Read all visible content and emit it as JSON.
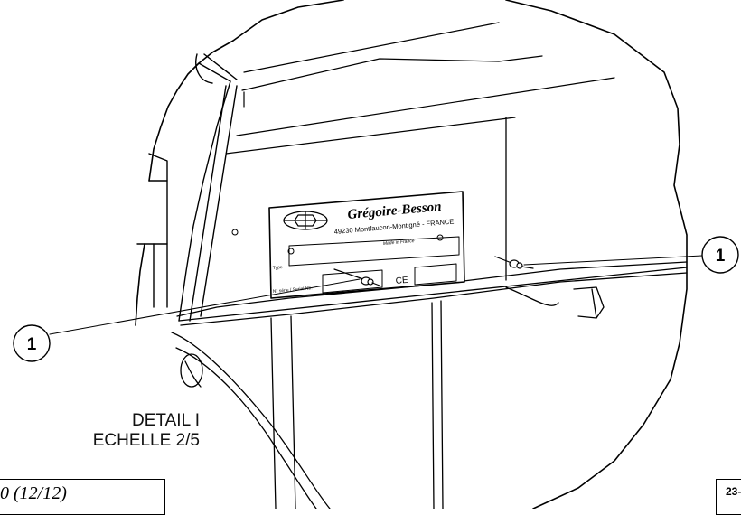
{
  "nameplate": {
    "brand": "Grégoire-Besson",
    "address": "49230 Montfaucon-Montigné - FRANCE",
    "made_in": "Made in France",
    "type_label": "Type",
    "serial_label": "N° série / Serial Nb.",
    "ce_mark": "CE"
  },
  "callouts": [
    {
      "number": "1"
    },
    {
      "number": "1"
    }
  ],
  "detail": {
    "title": "DETAIL I",
    "scale": "ECHELLE 2/5"
  },
  "footer": {
    "page_ref": "0 (12/12)",
    "doc_ref": "23-"
  }
}
